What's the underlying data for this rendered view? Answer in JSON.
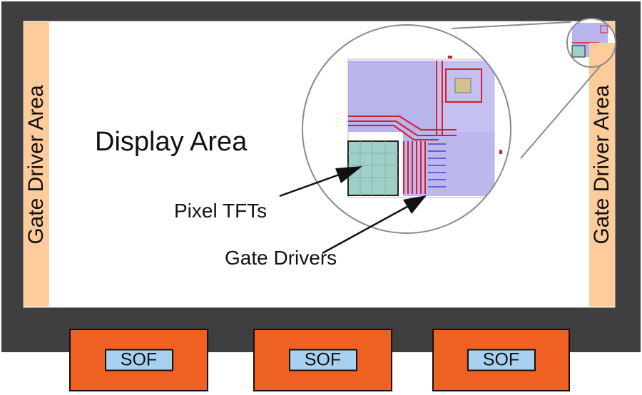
{
  "diagram": {
    "display_area_label": "Display Area",
    "gate_driver_left_label": "Gate Driver Area",
    "gate_driver_right_label": "Gate Driver Area",
    "callouts": {
      "pixel_tfts": "Pixel TFTs",
      "gate_drivers": "Gate Drivers"
    },
    "sof_chips": [
      {
        "label": "SOF"
      },
      {
        "label": "SOF"
      },
      {
        "label": "SOF"
      }
    ]
  },
  "colors": {
    "frame": "#3f3f3f",
    "gate_driver_area": "#fdcc9a",
    "sof_chip": "#ef6023",
    "sof_label": "#a8d0f0",
    "layout_violet": "#b8b4ec",
    "layout_red": "#d81c32",
    "pixel_teal": "#9ed0c8"
  }
}
